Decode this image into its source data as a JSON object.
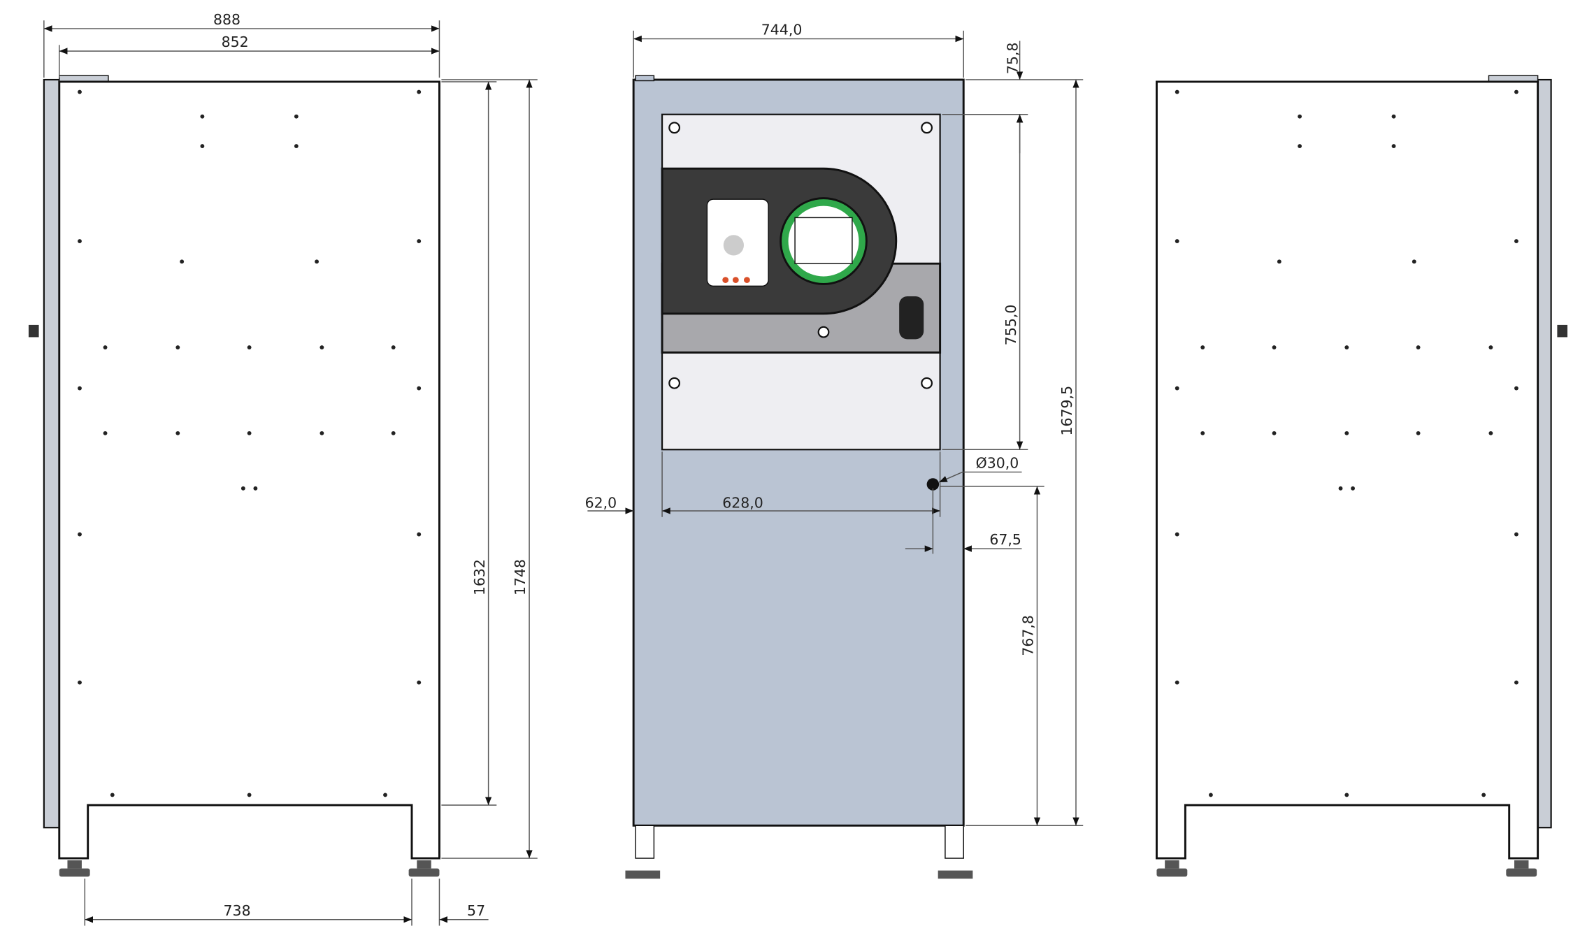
{
  "left_view": {
    "dimensions": {
      "overall_width": "888",
      "body_width": "852",
      "body_height": "1632",
      "overall_height": "1748",
      "leg_span": "738",
      "leg_offset": "57"
    }
  },
  "front_view": {
    "dimensions": {
      "width": "744,0",
      "top_offset": "75,8",
      "panel_height": "755,0",
      "height": "1679,5",
      "lock_height": "767,8",
      "left_margin": "62,0",
      "lock_x": "628,0",
      "lock_right": "67,5",
      "lock_diameter": "Ø30,0"
    },
    "colors": {
      "body": "#bac4d3",
      "panel": "#eeeef2",
      "dark_band": "#3a3a3a",
      "grey_band": "#a8a8ac",
      "ring": "#2fa84a"
    }
  }
}
